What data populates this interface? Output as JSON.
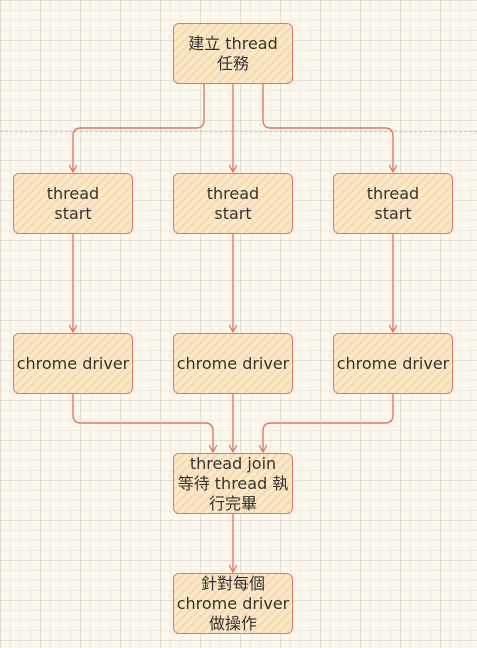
{
  "nodes": {
    "create_task": "建立 thread\n任務",
    "start_1": "thread\nstart",
    "start_2": "thread\nstart",
    "start_3": "thread\nstart",
    "driver_1": "chrome driver",
    "driver_2": "chrome driver",
    "driver_3": "chrome driver",
    "join": "thread join\n等待 thread 執\n行完畢",
    "operate": "針對每個\nchrome driver\n做操作"
  },
  "colors": {
    "stroke": "#e07a5f",
    "fill": "#fbe8c8",
    "text": "#333333"
  }
}
